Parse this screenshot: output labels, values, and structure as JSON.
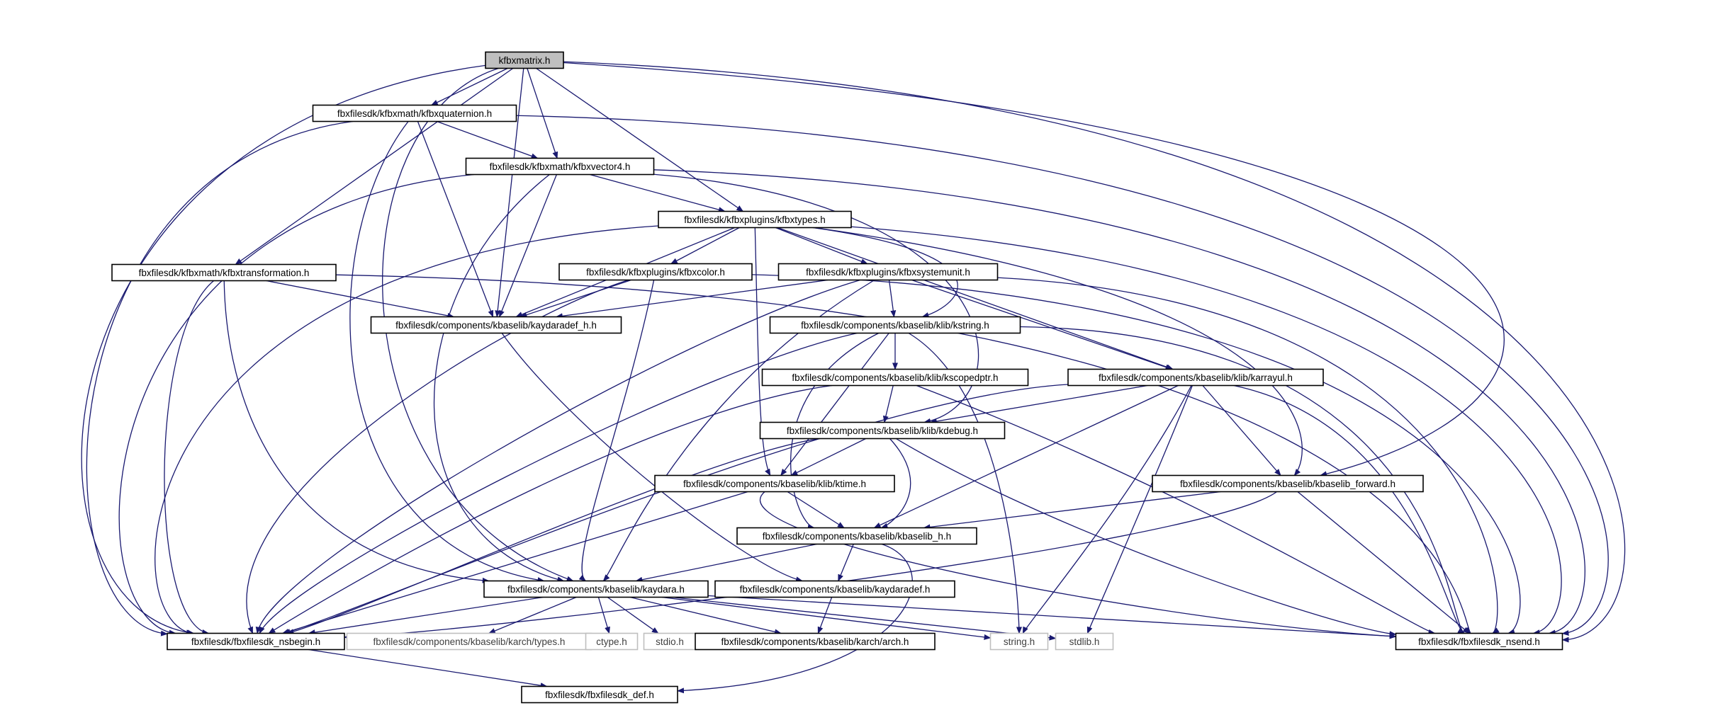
{
  "diagram": {
    "title": "",
    "colors": {
      "edge": "#191970",
      "main_fill": "#bfbfbf",
      "external_border": "#bfbfbf"
    },
    "nodes": [
      {
        "id": "kfbxmatrix",
        "label": "kfbxmatrix.h",
        "kind": "main"
      },
      {
        "id": "quaternion",
        "label": "fbxfilesdk/kfbxmath/kfbxquaternion.h",
        "kind": "normal"
      },
      {
        "id": "vector4",
        "label": "fbxfilesdk/kfbxmath/kfbxvector4.h",
        "kind": "normal"
      },
      {
        "id": "kfbxtypes",
        "label": "fbxfilesdk/kfbxplugins/kfbxtypes.h",
        "kind": "normal"
      },
      {
        "id": "transformation",
        "label": "fbxfilesdk/kfbxmath/kfbxtransformation.h",
        "kind": "normal"
      },
      {
        "id": "kfbxcolor",
        "label": "fbxfilesdk/kfbxplugins/kfbxcolor.h",
        "kind": "normal"
      },
      {
        "id": "systemunit",
        "label": "fbxfilesdk/kfbxplugins/kfbxsystemunit.h",
        "kind": "normal"
      },
      {
        "id": "kaydaradef_h",
        "label": "fbxfilesdk/components/kbaselib/kaydaradef_h.h",
        "kind": "normal"
      },
      {
        "id": "kstring",
        "label": "fbxfilesdk/components/kbaselib/klib/kstring.h",
        "kind": "normal"
      },
      {
        "id": "kscopedptr",
        "label": "fbxfilesdk/components/kbaselib/klib/kscopedptr.h",
        "kind": "normal"
      },
      {
        "id": "karrayul",
        "label": "fbxfilesdk/components/kbaselib/klib/karrayul.h",
        "kind": "normal"
      },
      {
        "id": "kdebug",
        "label": "fbxfilesdk/components/kbaselib/klib/kdebug.h",
        "kind": "normal"
      },
      {
        "id": "ktime",
        "label": "fbxfilesdk/components/kbaselib/klib/ktime.h",
        "kind": "normal"
      },
      {
        "id": "kbaselib_forward",
        "label": "fbxfilesdk/components/kbaselib/kbaselib_forward.h",
        "kind": "normal"
      },
      {
        "id": "kbaselib_h",
        "label": "fbxfilesdk/components/kbaselib/kbaselib_h.h",
        "kind": "normal"
      },
      {
        "id": "kaydara",
        "label": "fbxfilesdk/components/kbaselib/kaydara.h",
        "kind": "normal"
      },
      {
        "id": "kaydaradef",
        "label": "fbxfilesdk/components/kbaselib/kaydaradef.h",
        "kind": "normal"
      },
      {
        "id": "nsbegin",
        "label": "fbxfilesdk/fbxfilesdk_nsbegin.h",
        "kind": "normal"
      },
      {
        "id": "types",
        "label": "fbxfilesdk/components/kbaselib/karch/types.h",
        "kind": "external"
      },
      {
        "id": "ctype",
        "label": "ctype.h",
        "kind": "external"
      },
      {
        "id": "stdio",
        "label": "stdio.h",
        "kind": "external"
      },
      {
        "id": "arch",
        "label": "fbxfilesdk/components/kbaselib/karch/arch.h",
        "kind": "normal"
      },
      {
        "id": "string",
        "label": "string.h",
        "kind": "external"
      },
      {
        "id": "stdlib",
        "label": "stdlib.h",
        "kind": "external"
      },
      {
        "id": "nsend",
        "label": "fbxfilesdk/fbxfilesdk_nsend.h",
        "kind": "normal"
      },
      {
        "id": "fbxfilesdk_def",
        "label": "fbxfilesdk/fbxfilesdk_def.h",
        "kind": "normal"
      }
    ],
    "edges": [
      [
        "kfbxmatrix",
        "quaternion"
      ],
      [
        "kfbxmatrix",
        "vector4"
      ],
      [
        "kfbxmatrix",
        "kfbxtypes"
      ],
      [
        "kfbxmatrix",
        "transformation"
      ],
      [
        "kfbxmatrix",
        "kaydaradef_h"
      ],
      [
        "kfbxmatrix",
        "kaydara"
      ],
      [
        "kfbxmatrix",
        "nsbegin"
      ],
      [
        "kfbxmatrix",
        "nsend"
      ],
      [
        "kfbxmatrix",
        "kbaselib_forward"
      ],
      [
        "quaternion",
        "vector4"
      ],
      [
        "quaternion",
        "kaydaradef_h"
      ],
      [
        "quaternion",
        "kaydara"
      ],
      [
        "quaternion",
        "nsbegin"
      ],
      [
        "quaternion",
        "nsend"
      ],
      [
        "vector4",
        "kfbxtypes"
      ],
      [
        "vector4",
        "kaydaradef_h"
      ],
      [
        "vector4",
        "kaydara"
      ],
      [
        "vector4",
        "nsbegin"
      ],
      [
        "vector4",
        "nsend"
      ],
      [
        "vector4",
        "kdebug"
      ],
      [
        "kfbxtypes",
        "kfbxcolor"
      ],
      [
        "kfbxtypes",
        "systemunit"
      ],
      [
        "kfbxtypes",
        "kaydaradef_h"
      ],
      [
        "kfbxtypes",
        "kstring"
      ],
      [
        "kfbxtypes",
        "karrayul"
      ],
      [
        "kfbxtypes",
        "kbaselib_forward"
      ],
      [
        "kfbxtypes",
        "ktime"
      ],
      [
        "kfbxtypes",
        "nsbegin"
      ],
      [
        "kfbxtypes",
        "nsend"
      ],
      [
        "transformation",
        "kaydaradef_h"
      ],
      [
        "transformation",
        "kaydara"
      ],
      [
        "transformation",
        "nsbegin"
      ],
      [
        "transformation",
        "nsend"
      ],
      [
        "kfbxcolor",
        "kaydaradef_h"
      ],
      [
        "kfbxcolor",
        "kaydara"
      ],
      [
        "kfbxcolor",
        "nsbegin"
      ],
      [
        "kfbxcolor",
        "nsend"
      ],
      [
        "systemunit",
        "kaydaradef_h"
      ],
      [
        "systemunit",
        "kstring"
      ],
      [
        "systemunit",
        "karrayul"
      ],
      [
        "systemunit",
        "kaydara"
      ],
      [
        "systemunit",
        "nsbegin"
      ],
      [
        "systemunit",
        "nsend"
      ],
      [
        "kaydaradef_h",
        "kaydaradef"
      ],
      [
        "kstring",
        "kscopedptr"
      ],
      [
        "kstring",
        "ktime"
      ],
      [
        "kstring",
        "kbaselib_h"
      ],
      [
        "kstring",
        "string"
      ],
      [
        "kstring",
        "nsbegin"
      ],
      [
        "kstring",
        "nsend"
      ],
      [
        "kscopedptr",
        "kdebug"
      ],
      [
        "kscopedptr",
        "nsbegin"
      ],
      [
        "kscopedptr",
        "nsend"
      ],
      [
        "karrayul",
        "kdebug"
      ],
      [
        "karrayul",
        "kbaselib_forward"
      ],
      [
        "karrayul",
        "kbaselib_h"
      ],
      [
        "karrayul",
        "string"
      ],
      [
        "karrayul",
        "stdlib"
      ],
      [
        "karrayul",
        "nsbegin"
      ],
      [
        "karrayul",
        "nsend"
      ],
      [
        "kdebug",
        "ktime"
      ],
      [
        "kdebug",
        "kbaselib_h"
      ],
      [
        "kdebug",
        "nsbegin"
      ],
      [
        "kdebug",
        "nsend"
      ],
      [
        "ktime",
        "kbaselib_h"
      ],
      [
        "ktime",
        "nsbegin"
      ],
      [
        "ktime",
        "nsend"
      ],
      [
        "kbaselib_forward",
        "kbaselib_h"
      ],
      [
        "kbaselib_forward",
        "nsbegin"
      ],
      [
        "kbaselib_forward",
        "nsend"
      ],
      [
        "kbaselib_h",
        "kaydara"
      ],
      [
        "kbaselib_h",
        "kaydaradef"
      ],
      [
        "kbaselib_h",
        "fbxfilesdk_def"
      ],
      [
        "kaydara",
        "nsbegin"
      ],
      [
        "kaydara",
        "types"
      ],
      [
        "kaydara",
        "ctype"
      ],
      [
        "kaydara",
        "stdio"
      ],
      [
        "kaydara",
        "arch"
      ],
      [
        "kaydara",
        "string"
      ],
      [
        "kaydara",
        "stdlib"
      ],
      [
        "kaydara",
        "nsend"
      ],
      [
        "kaydaradef",
        "arch"
      ],
      [
        "nsbegin",
        "fbxfilesdk_def"
      ]
    ]
  }
}
